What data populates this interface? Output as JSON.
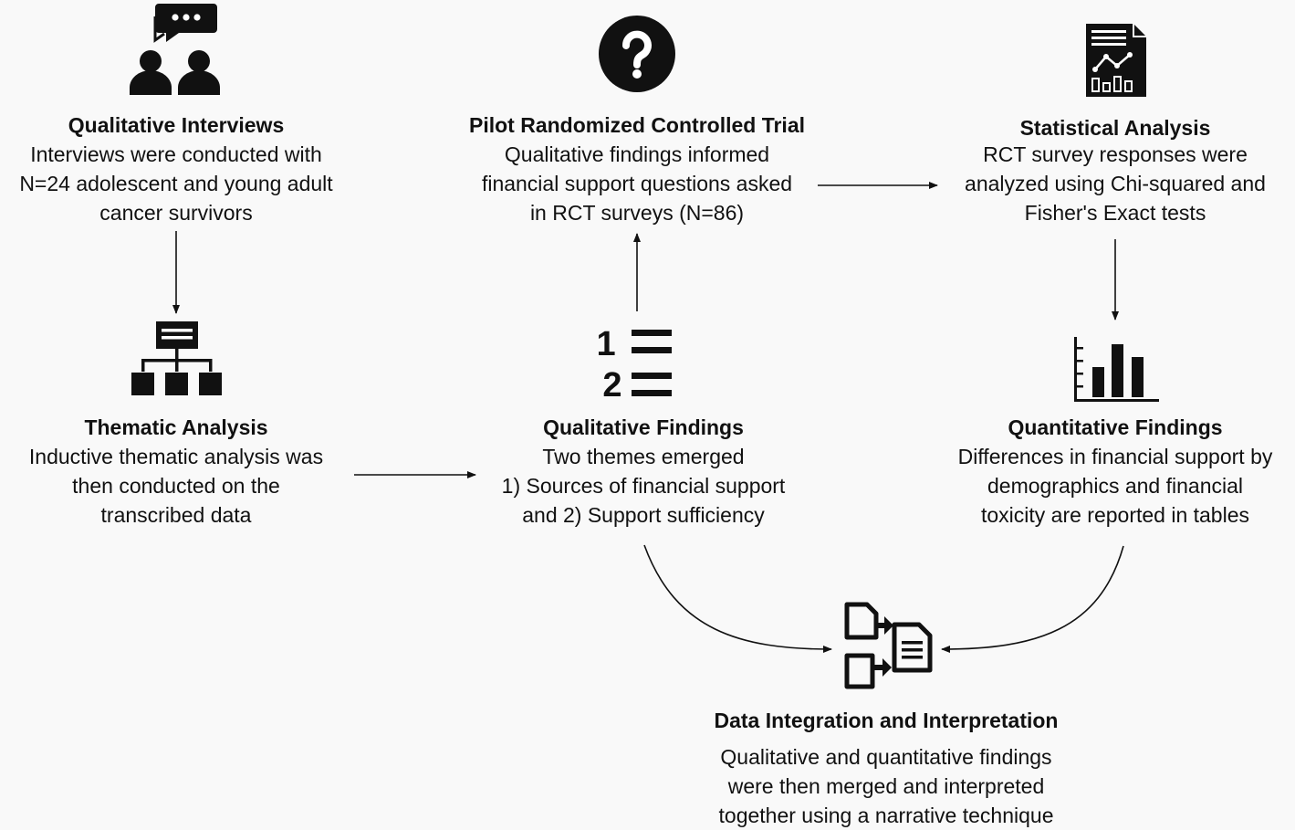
{
  "nodes": {
    "qual_interviews": {
      "title": "Qualitative Interviews",
      "lines": [
        "Interviews were conducted with",
        "N=24 adolescent and young adult",
        "cancer survivors"
      ]
    },
    "pilot_rct": {
      "title": "Pilot Randomized Controlled Trial",
      "lines": [
        "Qualitative findings informed",
        "financial support questions asked",
        "in RCT surveys (N=86)"
      ]
    },
    "stat_analysis": {
      "title": "Statistical Analysis",
      "lines": [
        "RCT survey responses were",
        "analyzed using Chi-squared and",
        "Fisher's Exact tests"
      ]
    },
    "thematic_analysis": {
      "title": "Thematic Analysis",
      "lines": [
        "Inductive thematic analysis was",
        "then conducted on the",
        "transcribed data"
      ]
    },
    "qual_findings": {
      "title": "Qualitative Findings",
      "lines": [
        "Two themes emerged",
        "1) Sources of financial support",
        "and 2) Support sufficiency"
      ]
    },
    "quant_findings": {
      "title": "Quantitative Findings",
      "lines": [
        "Differences in financial support by",
        "demographics and financial",
        "toxicity are reported in tables"
      ]
    },
    "integration": {
      "title": "Data Integration and Interpretation",
      "lines": [
        "Qualitative and quantitative findings",
        "were then merged and interpreted",
        "together using a narrative technique"
      ]
    },
    "list_icon_numbers": [
      "1",
      "2"
    ]
  }
}
